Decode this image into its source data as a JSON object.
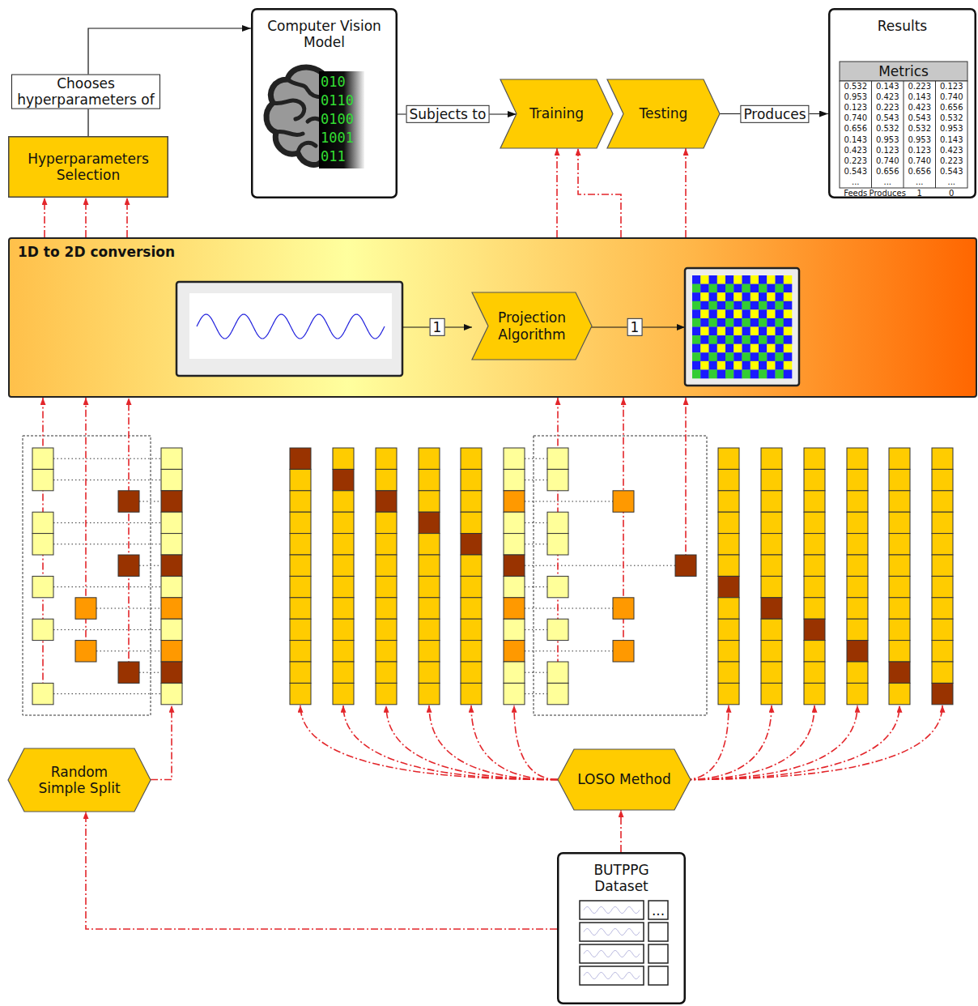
{
  "diagram": {
    "nodes": [
      {
        "text": [
          "Hyperparameters Selection"
        ]
      },
      {
        "text": [
          "Computer Vision Model"
        ]
      },
      {
        "text": [
          "Training"
        ]
      },
      {
        "text": [
          "Testing"
        ]
      },
      {
        "text": [
          "Results"
        ]
      },
      {
        "text": [
          "1D to 2D conversion"
        ]
      },
      {
        "text": [
          "Projection Algorithm"
        ],
        "in": 5
      },
      {
        "text": [
          "Random Simple Split"
        ]
      },
      {
        "text": [
          "LOSO Method"
        ]
      },
      {
        "text": [
          "BUTPPG Dataset"
        ]
      }
    ],
    "edges": [
      {
        "from": 0,
        "to": 1,
        "arrow": "to",
        "label": "Chooses hyperparameters of"
      },
      {
        "from": 1,
        "to": 2,
        "arrow": "to",
        "label": "Subjects to"
      },
      {
        "from": 3,
        "to": 4,
        "arrow": "to",
        "label": "Produces"
      },
      {
        "from": 5,
        "to": 0,
        "arrow": "to"
      },
      {
        "from": 5,
        "to": 0,
        "arrow": "to"
      },
      {
        "from": 5,
        "to": 0,
        "arrow": "to"
      },
      {
        "from": 5,
        "to": 2,
        "arrow": "to"
      },
      {
        "from": 5,
        "to": 2,
        "arrow": "to"
      },
      {
        "from": 5,
        "to": 3,
        "arrow": "to"
      },
      {
        "from": 9,
        "to": 7,
        "arrow": "to"
      },
      {
        "from": 9,
        "to": 8,
        "arrow": "to"
      }
    ],
    "labels": [
      "010",
      "0110",
      "0100",
      "1001",
      "011",
      "Metrics",
      "0.532",
      "0.143",
      "0.223",
      "0.123",
      "0.953",
      "0.423",
      "0.143",
      "0.740",
      "0.123",
      "0.223",
      "0.423",
      "0.656",
      "0.740",
      "0.543",
      "0.543",
      "0.532",
      "0.656",
      "0.532",
      "0.532",
      "0.953",
      "0.143",
      "0.953",
      "0.953",
      "0.143",
      "0.423",
      "0.123",
      "0.123",
      "0.423",
      "0.223",
      "0.740",
      "0.740",
      "0.223",
      "0.543",
      "0.656",
      "0.656",
      "0.543",
      "...",
      "...",
      "...",
      "...",
      "Feeds",
      "Produces",
      "1",
      "0",
      "1",
      "1",
      "..."
    ]
  }
}
